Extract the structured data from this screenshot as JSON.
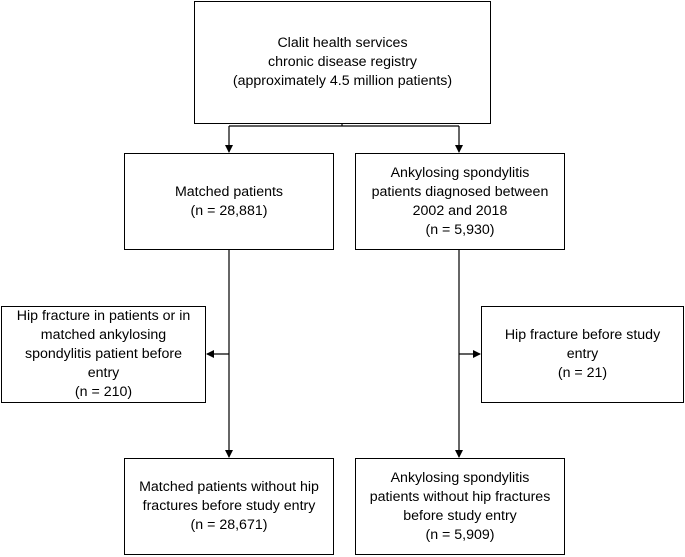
{
  "boxes": {
    "registry": [
      "Clalit health services",
      "chronic disease registry",
      "(approximately 4.5 million patients)"
    ],
    "matched": [
      "Matched patients",
      "(n = 28,881)"
    ],
    "as_patients": [
      "Ankylosing spondylitis",
      "patients diagnosed between",
      "2002 and 2018",
      "(n = 5,930)"
    ],
    "hip_left": [
      "Hip fracture in patients or in",
      "matched ankylosing",
      "spondylitis patient before",
      "entry",
      "(n = 210)"
    ],
    "hip_right": [
      "Hip fracture before study",
      "entry",
      "(n = 21)"
    ],
    "matched_final": [
      "Matched patients without hip",
      "fractures before study entry",
      "(n = 28,671)"
    ],
    "as_final": [
      "Ankylosing spondylitis",
      "patients without hip fractures",
      "before study entry",
      "(n = 5,909)"
    ]
  }
}
